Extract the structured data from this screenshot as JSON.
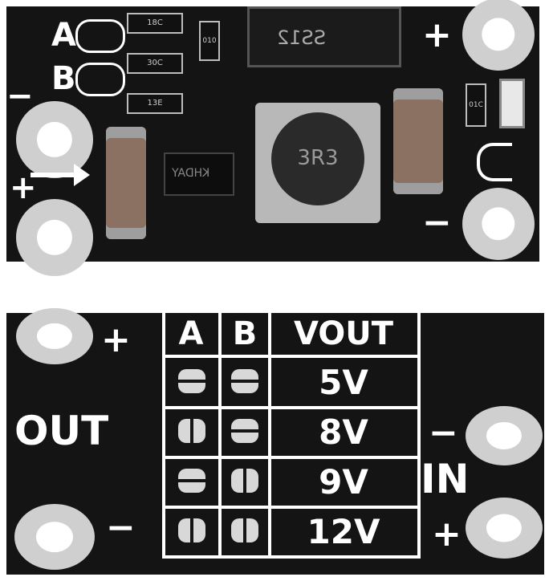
{
  "top_board": {
    "label_a": "A",
    "label_b": "B",
    "plus_top_right": "+",
    "minus_bottom_right": "−",
    "plus_left": "+",
    "minus_left": "−",
    "diode_marking": "SS12",
    "inductor_marking": "3R3",
    "ic_marking": "KHDAY",
    "resistor_1": "18C",
    "resistor_2": "30C",
    "resistor_3": "13E",
    "resistor_small": "010",
    "resistor_right": "01C"
  },
  "bottom_board": {
    "out_label": "OUT",
    "in_label": "IN",
    "plus_out": "+",
    "minus_out": "−",
    "minus_in": "−",
    "plus_in": "+",
    "table": {
      "headers": [
        "A",
        "B",
        "VOUT"
      ],
      "rows": [
        {
          "a": "open",
          "b": "open",
          "vout": "5V"
        },
        {
          "a": "closed",
          "b": "open",
          "vout": "8V"
        },
        {
          "a": "open",
          "b": "closed",
          "vout": "9V"
        },
        {
          "a": "closed",
          "b": "closed",
          "vout": "12V"
        }
      ]
    }
  }
}
